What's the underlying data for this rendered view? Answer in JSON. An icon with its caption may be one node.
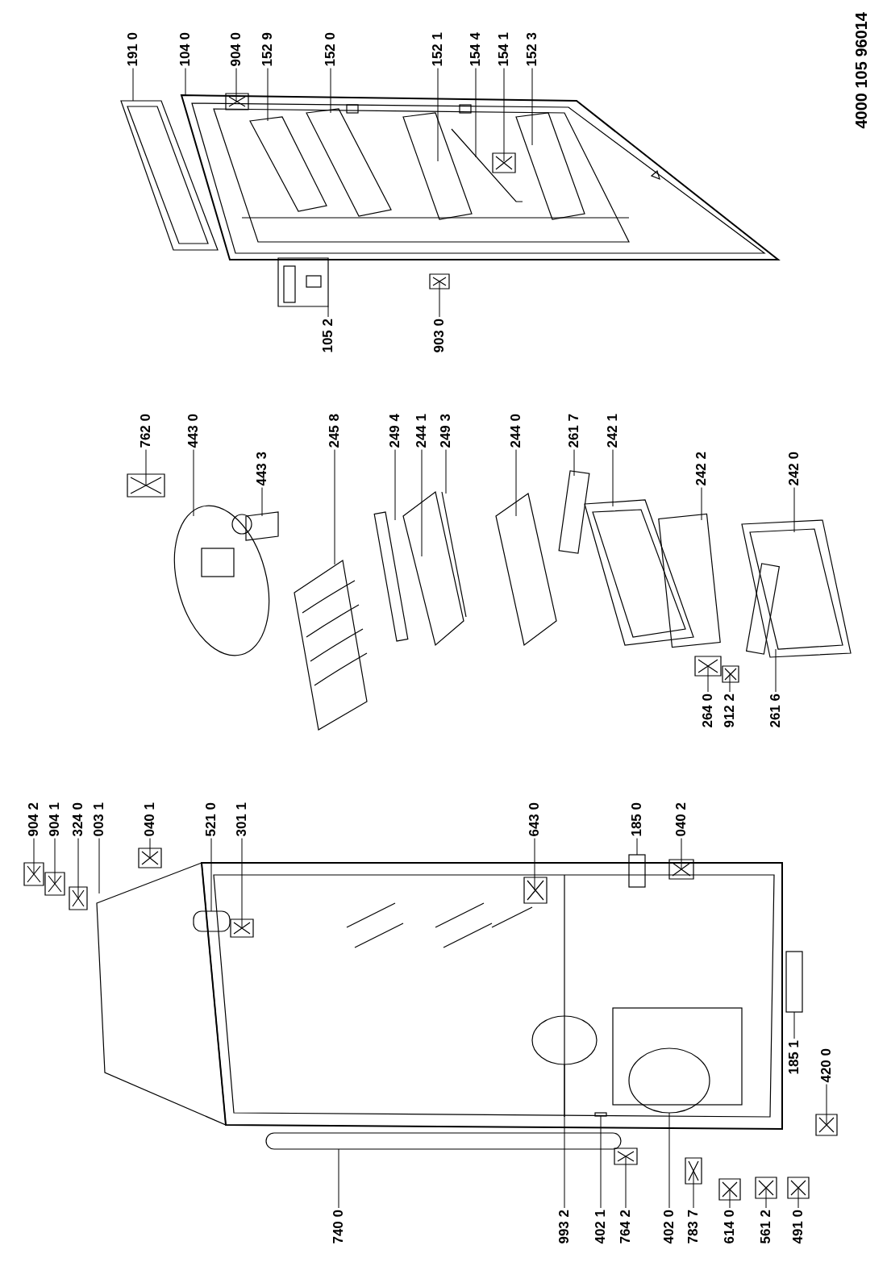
{
  "diagram": {
    "nodes": [
      {
        "text": [
          "191 0"
        ]
      },
      {
        "text": [
          "104 0"
        ]
      },
      {
        "text": [
          "904 0"
        ]
      },
      {
        "text": [
          "152 9"
        ]
      },
      {
        "text": [
          "152 0"
        ]
      },
      {
        "text": [
          "152 1"
        ]
      },
      {
        "text": [
          "154 4"
        ]
      },
      {
        "text": [
          "154 1"
        ]
      },
      {
        "text": [
          "152 3"
        ]
      },
      {
        "text": [
          "105 2"
        ]
      },
      {
        "text": [
          "903 0"
        ]
      },
      {
        "text": [
          "762 0"
        ]
      },
      {
        "text": [
          "443 0"
        ]
      },
      {
        "text": [
          "443 3"
        ]
      },
      {
        "text": [
          "245 8"
        ]
      },
      {
        "text": [
          "249 4"
        ]
      },
      {
        "text": [
          "244 1"
        ]
      },
      {
        "text": [
          "249 3"
        ]
      },
      {
        "text": [
          "244 0"
        ]
      },
      {
        "text": [
          "261 7"
        ]
      },
      {
        "text": [
          "242 1"
        ]
      },
      {
        "text": [
          "242 2"
        ]
      },
      {
        "text": [
          "242 0"
        ]
      },
      {
        "text": [
          "264 0"
        ]
      },
      {
        "text": [
          "912 2"
        ]
      },
      {
        "text": [
          "261 6"
        ]
      },
      {
        "text": [
          "904 2"
        ]
      },
      {
        "text": [
          "904 1"
        ]
      },
      {
        "text": [
          "324 0"
        ]
      },
      {
        "text": [
          "003 1"
        ]
      },
      {
        "text": [
          "040 1"
        ]
      },
      {
        "text": [
          "521 0"
        ]
      },
      {
        "text": [
          "301 1"
        ]
      },
      {
        "text": [
          "643 0"
        ]
      },
      {
        "text": [
          "185 0"
        ]
      },
      {
        "text": [
          "040 2"
        ]
      },
      {
        "text": [
          "185 1"
        ]
      },
      {
        "text": [
          "420 0"
        ]
      },
      {
        "text": [
          "740 0"
        ]
      },
      {
        "text": [
          "993 2"
        ]
      },
      {
        "text": [
          "402 1"
        ]
      },
      {
        "text": [
          "764 2"
        ]
      },
      {
        "text": [
          "402 0"
        ]
      },
      {
        "text": [
          "783 7"
        ]
      },
      {
        "text": [
          "614 0"
        ]
      },
      {
        "text": [
          "561 2"
        ]
      },
      {
        "text": [
          "491 0"
        ]
      }
    ],
    "edges": [
      {
        "from": 0,
        "to": null,
        "arrow": "none"
      },
      {
        "from": 1,
        "to": null,
        "arrow": "none"
      },
      {
        "from": 2,
        "to": null,
        "arrow": "none"
      },
      {
        "from": 3,
        "to": null,
        "arrow": "none"
      },
      {
        "from": 4,
        "to": null,
        "arrow": "none"
      },
      {
        "from": 5,
        "to": null,
        "arrow": "none"
      },
      {
        "from": 6,
        "to": null,
        "arrow": "none"
      },
      {
        "from": 7,
        "to": null,
        "arrow": "none"
      },
      {
        "from": 8,
        "to": null,
        "arrow": "none"
      },
      {
        "from": 9,
        "to": null,
        "arrow": "none"
      },
      {
        "from": 10,
        "to": null,
        "arrow": "none"
      },
      {
        "from": 11,
        "to": null,
        "arrow": "none"
      },
      {
        "from": 12,
        "to": null,
        "arrow": "none"
      },
      {
        "from": 13,
        "to": null,
        "arrow": "none"
      },
      {
        "from": 14,
        "to": null,
        "arrow": "none"
      },
      {
        "from": 15,
        "to": null,
        "arrow": "none"
      },
      {
        "from": 16,
        "to": null,
        "arrow": "none"
      },
      {
        "from": 17,
        "to": null,
        "arrow": "none"
      },
      {
        "from": 18,
        "to": null,
        "arrow": "none"
      },
      {
        "from": 19,
        "to": null,
        "arrow": "none"
      },
      {
        "from": 20,
        "to": null,
        "arrow": "none"
      },
      {
        "from": 21,
        "to": null,
        "arrow": "none"
      },
      {
        "from": 22,
        "to": null,
        "arrow": "none"
      },
      {
        "from": 23,
        "to": null,
        "arrow": "none"
      },
      {
        "from": 24,
        "to": null,
        "arrow": "none"
      },
      {
        "from": 25,
        "to": null,
        "arrow": "none"
      },
      {
        "from": 26,
        "to": null,
        "arrow": "none"
      },
      {
        "from": 27,
        "to": null,
        "arrow": "none"
      },
      {
        "from": 28,
        "to": null,
        "arrow": "none"
      },
      {
        "from": 29,
        "to": null,
        "arrow": "none"
      },
      {
        "from": 30,
        "to": null,
        "arrow": "none"
      },
      {
        "from": 31,
        "to": null,
        "arrow": "none"
      },
      {
        "from": 32,
        "to": null,
        "arrow": "none"
      },
      {
        "from": 33,
        "to": null,
        "arrow": "none"
      },
      {
        "from": 34,
        "to": null,
        "arrow": "none"
      },
      {
        "from": 35,
        "to": null,
        "arrow": "none"
      },
      {
        "from": 36,
        "to": null,
        "arrow": "none"
      },
      {
        "from": 37,
        "to": null,
        "arrow": "none"
      },
      {
        "from": 38,
        "to": null,
        "arrow": "none"
      },
      {
        "from": 39,
        "to": null,
        "arrow": "none"
      },
      {
        "from": 40,
        "to": null,
        "arrow": "none"
      },
      {
        "from": 41,
        "to": null,
        "arrow": "none"
      },
      {
        "from": 42,
        "to": null,
        "arrow": "none"
      },
      {
        "from": 43,
        "to": null,
        "arrow": "none"
      },
      {
        "from": 44,
        "to": null,
        "arrow": "none"
      },
      {
        "from": 45,
        "to": null,
        "arrow": "none"
      },
      {
        "from": 46,
        "to": null,
        "arrow": "none"
      }
    ],
    "labels": [
      "4000 105 96014"
    ]
  }
}
